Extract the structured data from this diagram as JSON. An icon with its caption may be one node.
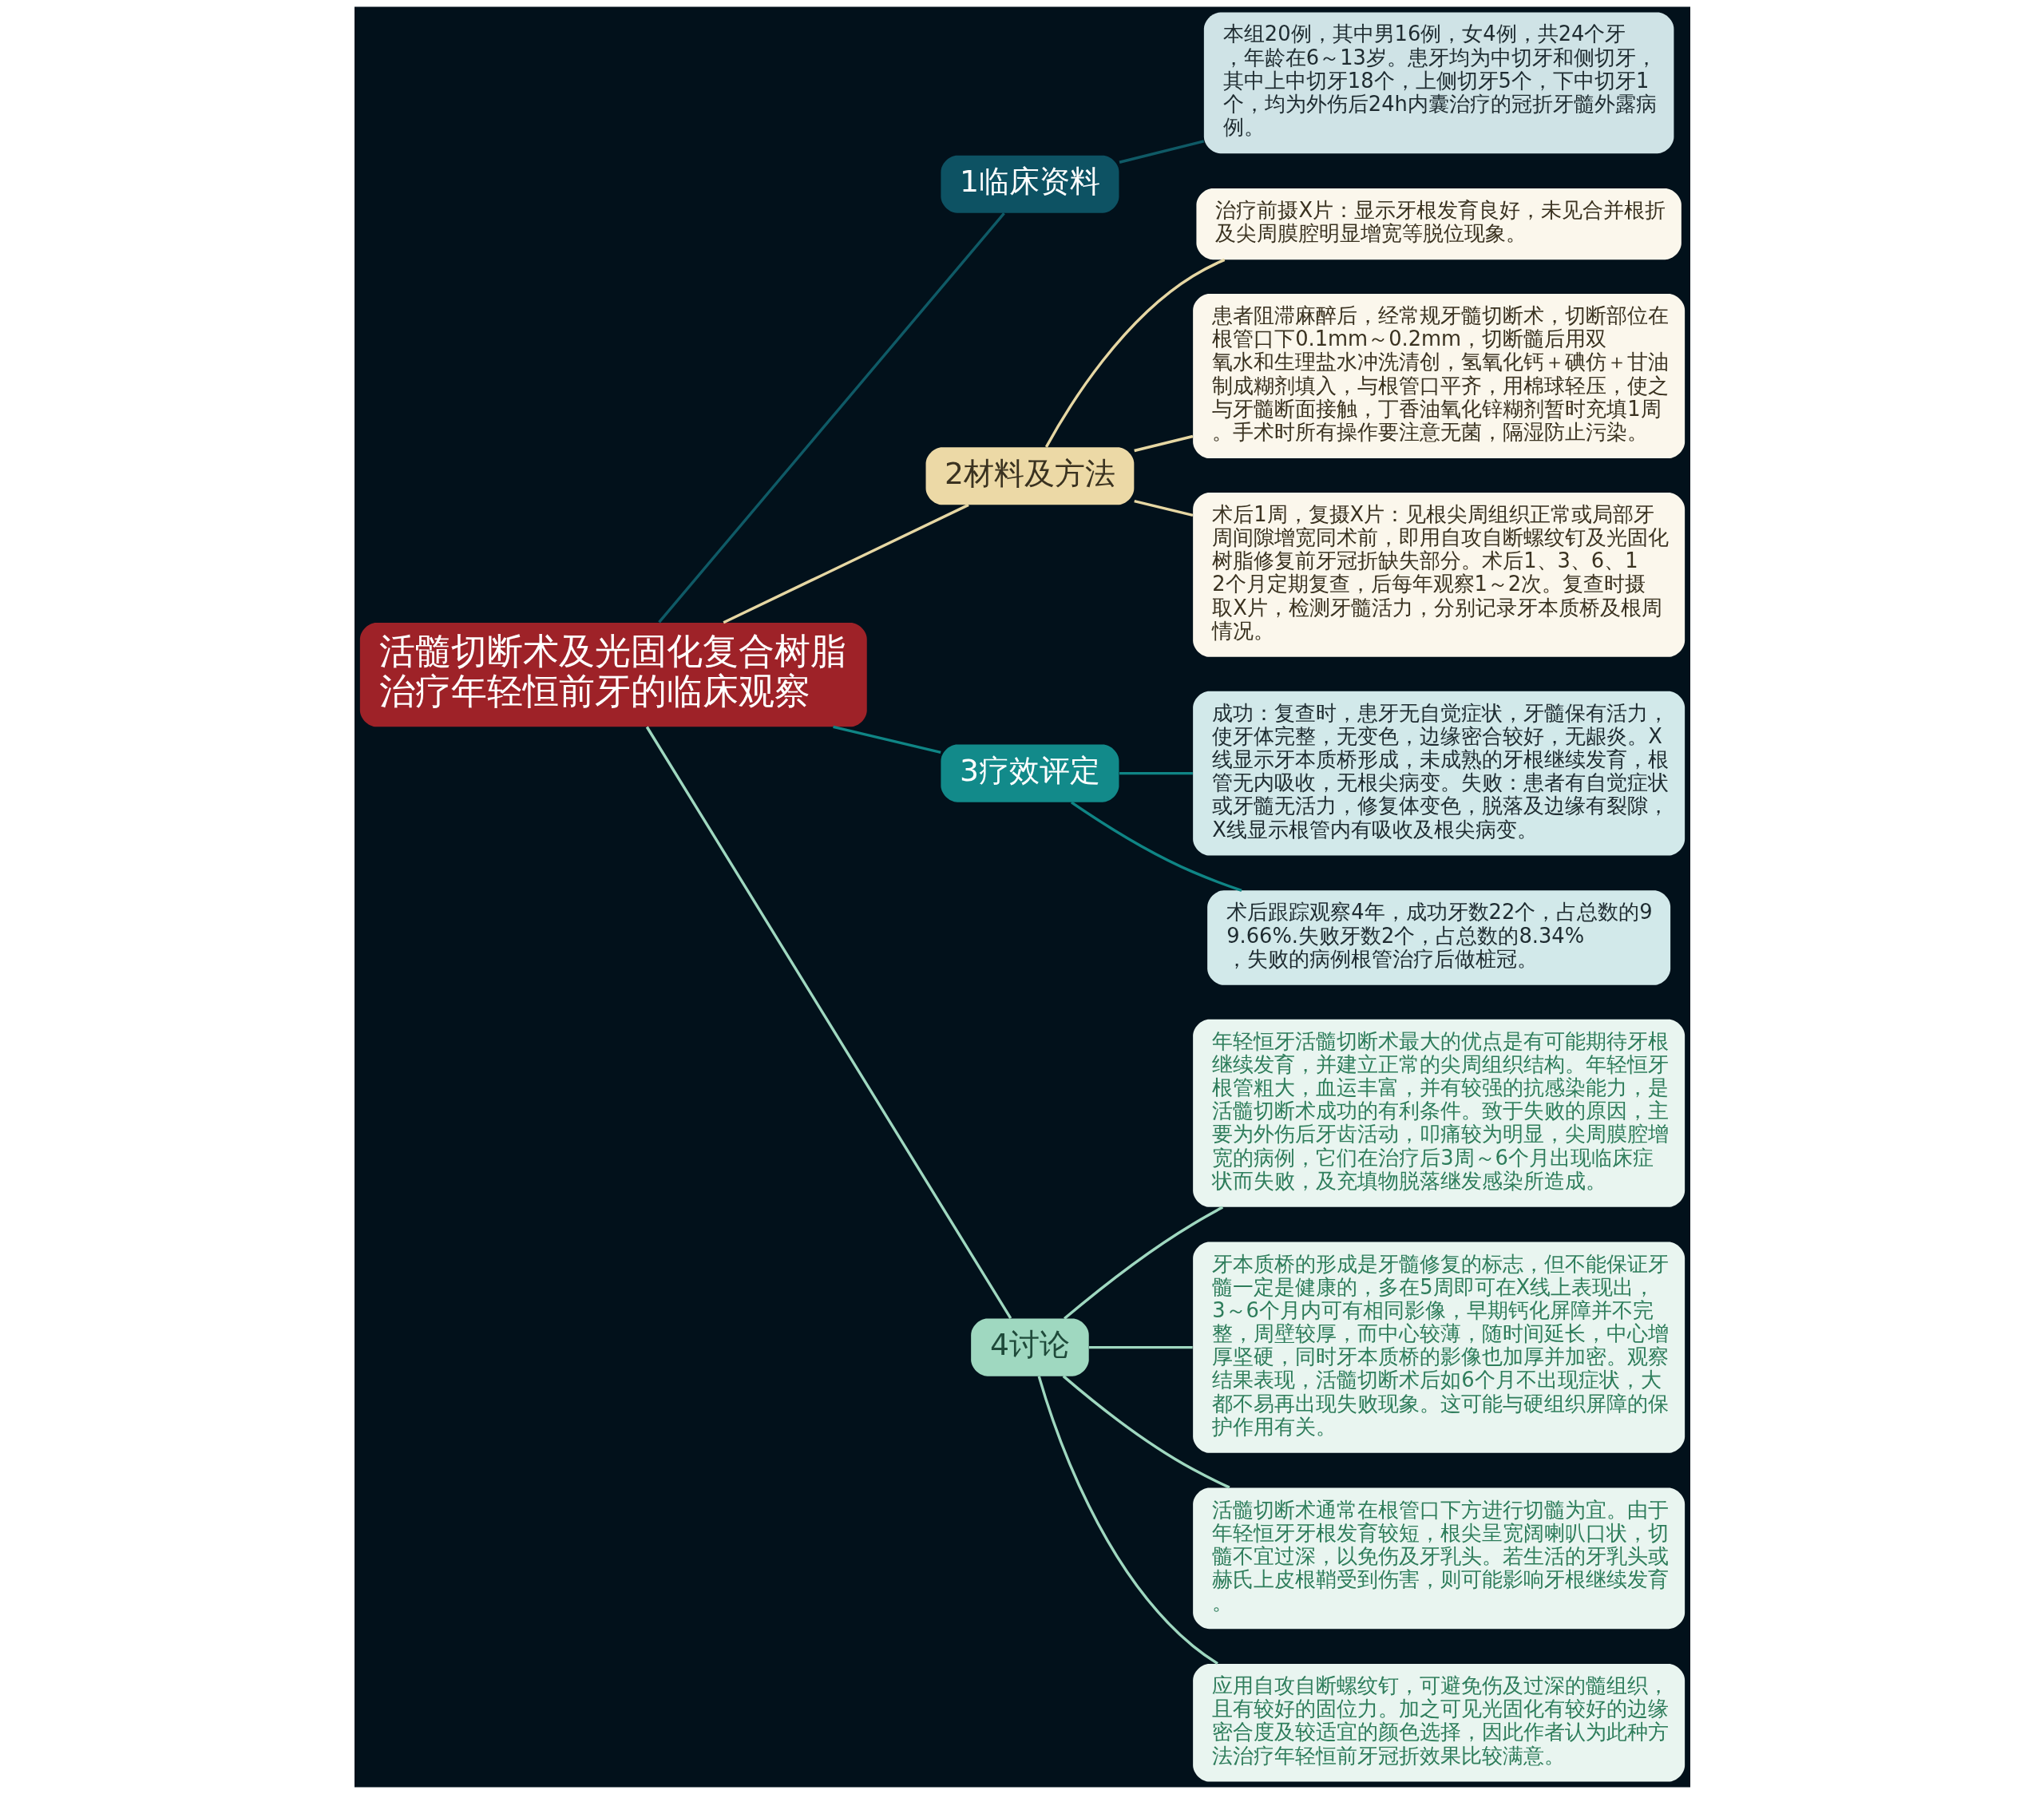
{
  "diagram": {
    "nodes": [
      {
        "text": [
          "活髓切断术及光固化复合树脂治疗年轻恒前牙的临床观察"
        ]
      },
      {
        "text": [
          "1临床资料"
        ]
      },
      {
        "text": [
          "本组20例，其中男16例，女4例，共24个牙，年龄在6～13岁。患牙均为中切牙和侧切牙，其中上中切牙18个，上侧切牙5个，下中切牙1个，均为外伤后24h内囊治疗的冠折牙髓外露病例。"
        ]
      },
      {
        "text": [
          "2材料及方法"
        ]
      },
      {
        "text": [
          "治疗前摄X片：显示牙根发育良好，未见合并根折及尖周膜腔明显增宽等脱位现象。"
        ]
      },
      {
        "text": [
          "患者阻滞麻醉后，经常规牙髓切断术，切断部位在根管口下0.1mm～0.2mm，切断髓后用双氧水和生理盐水冲洗清创，氢氧化钙＋碘仿＋甘油制成糊剂填入，与根管口平齐，用棉球轻压，使之与牙髓断面接触，丁香油氧化锌糊剂暂时充填1周。手术时所有操作要注意无菌，隔湿防止污染。"
        ]
      },
      {
        "text": [
          "术后1周，复摄X片：见根尖周组织正常或局部牙周间隙增宽同术前，即用自攻自断螺纹钉及光固化树脂修复前牙冠折缺失部分。术后1、3、6、12个月定期复查，后每年观察1～2次。复查时摄取X片，检测牙髓活力，分别记录牙本质桥及根周情况。"
        ]
      },
      {
        "text": [
          "3疗效评定"
        ]
      },
      {
        "text": [
          "成功：复查时，患牙无自觉症状，牙髓保有活力，使牙体完整，无变色，边缘密合较好，无龈炎。X线显示牙本质桥形成，未成熟的牙根继续发育，根管无内吸收，无根尖病变。失败：患者有自觉症状或牙髓无活力，修复体变色，脱落及边缘有裂隙，X线显示根管内有吸收及根尖病变。"
        ]
      },
      {
        "text": [
          "术后跟踪观察4年，成功牙数22个，占总数的99.66%.失败牙数2个，占总数的8.34%，失败的病例根管治疗后做桩冠。"
        ]
      },
      {
        "text": [
          "4讨论"
        ]
      },
      {
        "text": [
          "年轻恒牙活髓切断术最大的优点是有可能期待牙根继续发育，并建立正常的尖周组织结构。年轻恒牙根管粗大，血运丰富，并有较强的抗感染能力，是活髓切断术成功的有利条件。致于失败的原因，主要为外伤后牙齿活动，叩痛较为明显，尖周膜腔增宽的病例，它们在治疗后3周～6个月出现临床症状而失败，及充填物脱落继发感染所造成。"
        ]
      },
      {
        "text": [
          "牙本质桥的形成是牙髓修复的标志，但不能保证牙髓一定是健康的，多在5周即可在X线上表现出，3～6个月内可有相同影像，早期钙化屏障并不完整，周壁较厚，而中心较薄，随时间延长，中心增厚坚硬，同时牙本质桥的影像也加厚并加密。观察结果表现，活髓切断术后如6个月不出现症状，大都不易再出现失败现象。这可能与硬组织屏障的保护作用有关。"
        ]
      },
      {
        "text": [
          "活髓切断术通常在根管口下方进行切髓为宜。由于年轻恒牙牙根发育较短，根尖呈宽阔喇叭口状，切髓不宜过深，以免伤及牙乳头。若生活的牙乳头或赫氏上皮根鞘受到伤害，则可能影响牙根继续发育。"
        ]
      },
      {
        "text": [
          "应用自攻自断螺纹钉，可避免伤及过深的髓组织，且有较好的固位力。加之可见光固化有较好的边缘密合度及较适宜的颜色选择，因此作者认为此种方法治疗年轻恒前牙冠折效果比较满意。"
        ]
      }
    ],
    "edges": [
      {
        "from": 0,
        "to": 1,
        "arrow": "none",
        "color": "#0f5a66"
      },
      {
        "from": 1,
        "to": 2,
        "arrow": "none",
        "color": "#0f5a66"
      },
      {
        "from": 0,
        "to": 3,
        "arrow": "none",
        "color": "#e6d7a3"
      },
      {
        "from": 3,
        "to": 4,
        "arrow": "none",
        "color": "#e6d7a3"
      },
      {
        "from": 3,
        "to": 5,
        "arrow": "none",
        "color": "#e6d7a3"
      },
      {
        "from": 3,
        "to": 6,
        "arrow": "none",
        "color": "#e6d7a3"
      },
      {
        "from": 0,
        "to": 7,
        "arrow": "none",
        "color": "#0f8585"
      },
      {
        "from": 7,
        "to": 8,
        "arrow": "none",
        "color": "#0f8585"
      },
      {
        "from": 7,
        "to": 9,
        "arrow": "none",
        "color": "#0f8585"
      },
      {
        "from": 0,
        "to": 10,
        "arrow": "none",
        "color": "#9fd8c0"
      },
      {
        "from": 10,
        "to": 11,
        "arrow": "none",
        "color": "#9fd8c0"
      },
      {
        "from": 10,
        "to": 12,
        "arrow": "none",
        "color": "#9fd8c0"
      },
      {
        "from": 10,
        "to": 13,
        "arrow": "none",
        "color": "#9fd8c0"
      },
      {
        "from": 10,
        "to": 14,
        "arrow": "none",
        "color": "#9fd8c0"
      }
    ]
  }
}
